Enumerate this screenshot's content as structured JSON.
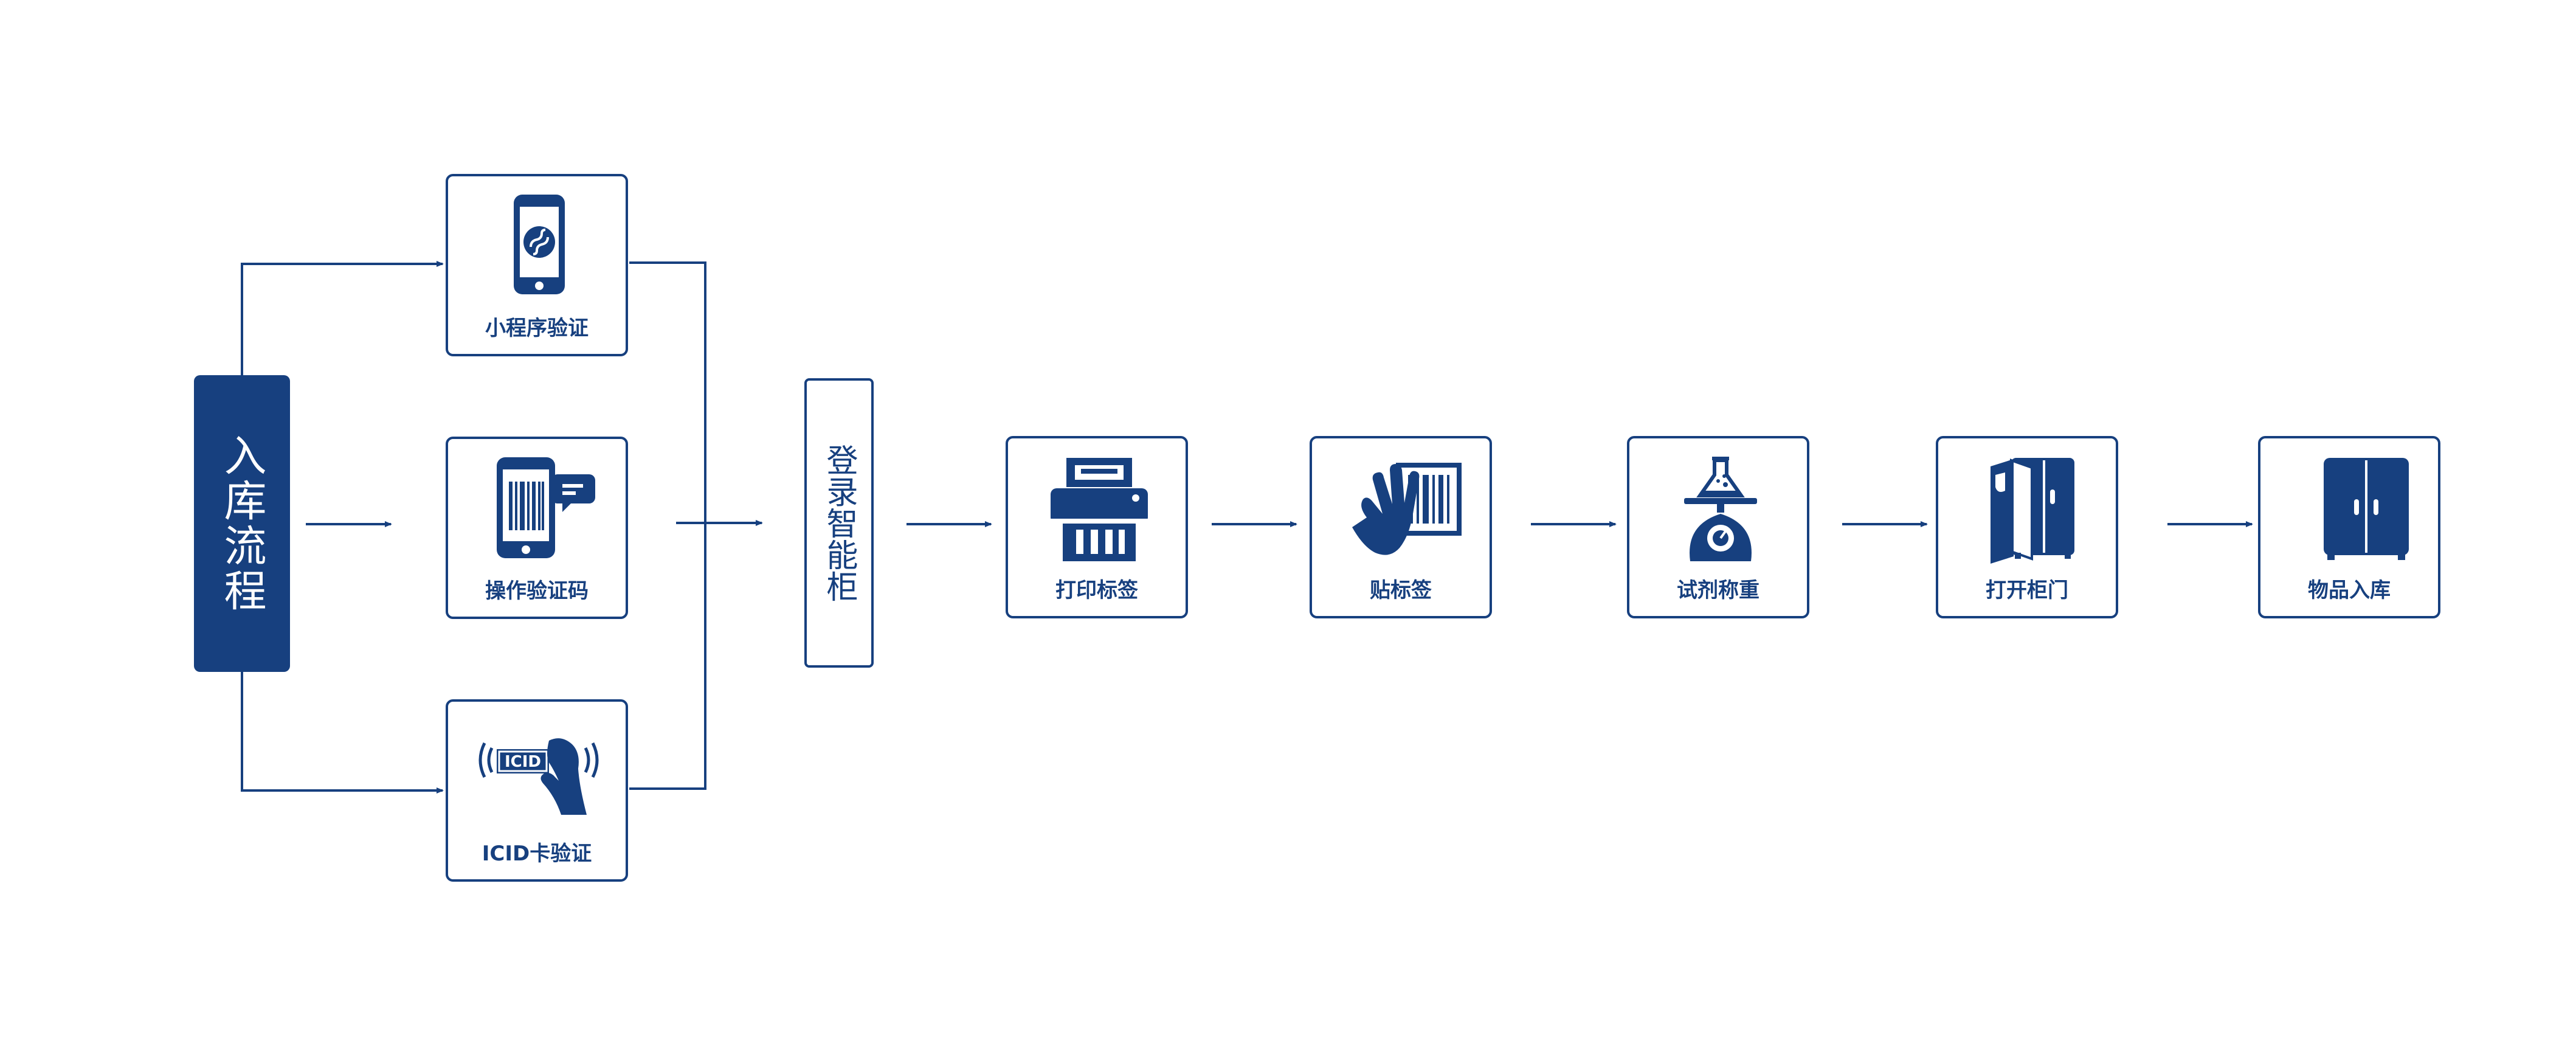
{
  "diagram": {
    "start_label": "入库流程",
    "login_label": "登录智能柜",
    "verify_methods": [
      {
        "label": "小程序验证",
        "icon": "phone-miniprogram-icon"
      },
      {
        "label": "操作验证码",
        "icon": "phone-barcode-chat-icon"
      },
      {
        "label": "ICID卡验证",
        "icon": "icid-card-hand-icon",
        "icon_text": "ICID"
      }
    ],
    "steps": [
      {
        "label": "打印标签",
        "icon": "printer-icon"
      },
      {
        "label": "贴标签",
        "icon": "hand-barcode-icon"
      },
      {
        "label": "试剂称重",
        "icon": "flask-scale-icon"
      },
      {
        "label": "打开柜门",
        "icon": "cabinet-open-icon"
      },
      {
        "label": "物品入库",
        "icon": "cabinet-closed-icon"
      }
    ],
    "colors": {
      "primary": "#17407f",
      "background": "#ffffff"
    }
  }
}
